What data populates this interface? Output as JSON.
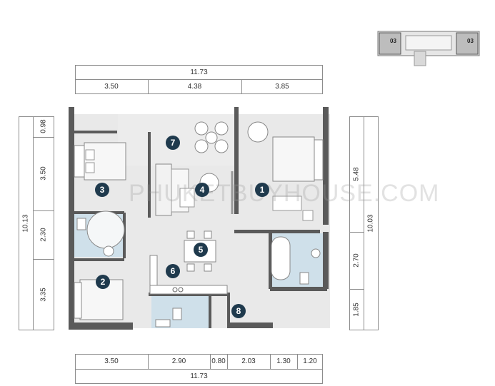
{
  "key_plan": {
    "unit_label_left": "03",
    "unit_label_right": "03"
  },
  "top_dims": {
    "total": "11.73",
    "segments": [
      "3.50",
      "4.38",
      "3.85"
    ]
  },
  "bottom_dims": {
    "total": "11.73",
    "segments": [
      "3.50",
      "2.90",
      "0.80",
      "2.03",
      "1.30",
      "1.20"
    ]
  },
  "left_dims": {
    "total": "10.13",
    "segments": [
      "0.98",
      "3.50",
      "2.30",
      "3.35"
    ]
  },
  "right_dims": {
    "total": "10.03",
    "segments": [
      "5.48",
      "2.70",
      "1.85"
    ]
  },
  "rooms": [
    "1",
    "2",
    "3",
    "4",
    "5",
    "6",
    "7",
    "8"
  ],
  "watermark": "PHUKETBUYHOUSE.COM",
  "colors": {
    "wall": "#5a5a5a",
    "floor": "#e6e6e6",
    "bath": "#cfe0ea",
    "marker": "#1f3a4d"
  }
}
